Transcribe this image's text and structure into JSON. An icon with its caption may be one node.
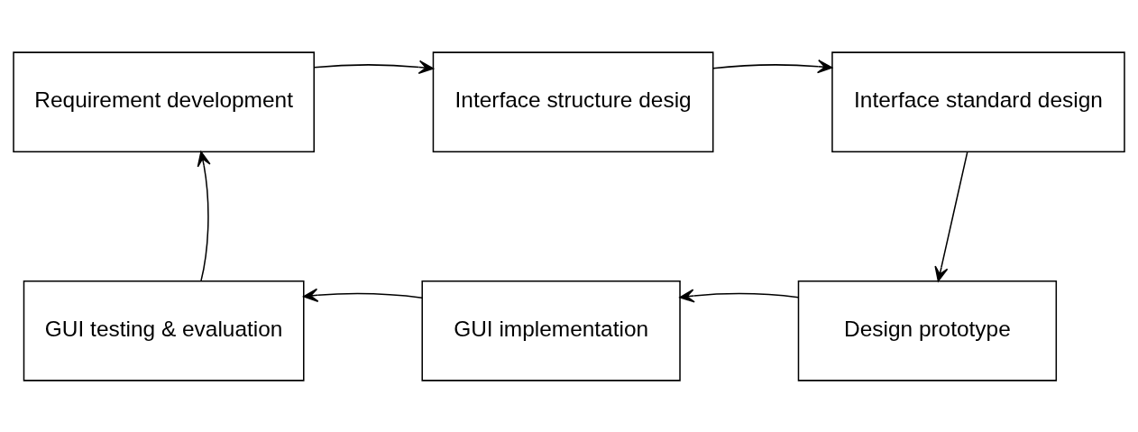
{
  "diagram": {
    "nodes": [
      {
        "text": [
          "Requirement development"
        ]
      },
      {
        "text": [
          "Interface structure desig"
        ]
      },
      {
        "text": [
          "Interface standard design"
        ]
      },
      {
        "text": [
          "GUI testing & evaluation"
        ]
      },
      {
        "text": [
          "GUI implementation"
        ]
      },
      {
        "text": [
          "Design prototype"
        ]
      }
    ],
    "edges": [
      {
        "from": 0,
        "to": 1,
        "arrow": "to"
      },
      {
        "from": 1,
        "to": 2,
        "arrow": "to"
      },
      {
        "from": 2,
        "to": 5,
        "arrow": "to"
      },
      {
        "from": 5,
        "to": 4,
        "arrow": "to"
      },
      {
        "from": 4,
        "to": 3,
        "arrow": "to"
      },
      {
        "from": 3,
        "to": 0,
        "arrow": "to"
      }
    ]
  }
}
